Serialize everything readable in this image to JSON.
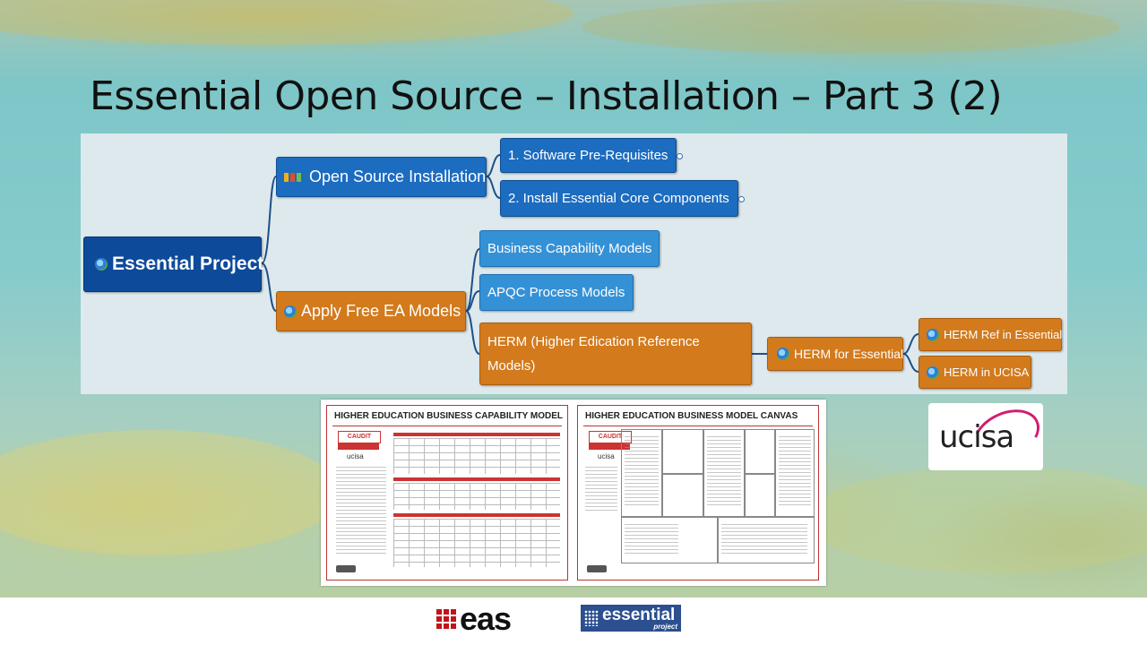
{
  "slide": {
    "title": "Essential Open Source – Installation – Part 3 (2)"
  },
  "mindmap": {
    "root": "Essential Project",
    "branch1": {
      "label": "Open Source Installation",
      "children": [
        "1. Software Pre-Requisites",
        "2. Install Essential Core Components"
      ]
    },
    "branch2": {
      "label": "Apply Free EA Models",
      "children": [
        "Business Capability Models",
        "APQC Process Models",
        "HERM (Higher Edication Reference Models)"
      ],
      "herm_child": "HERM for Essential",
      "herm_leaves": [
        "HERM Ref in Essential",
        "HERM in UCISA"
      ]
    }
  },
  "images": {
    "card1_title": "HIGHER EDUCATION BUSINESS CAPABILITY MODEL",
    "card2_title": "HIGHER EDUCATION BUSINESS MODEL CANVAS",
    "caudit": "CAUDIT",
    "ucisa_small": "ucisa"
  },
  "logos": {
    "ucisa": "ucisa",
    "eas": "eas",
    "essential_word": "essential",
    "essential_sub": "project"
  },
  "colors": {
    "root_node": "#0d4a9a",
    "branch_node": "#1c6cc0",
    "leaf_node": "#3591d6",
    "orange_node": "#d27a1c",
    "ucisa_pink": "#d21e6d",
    "eas_red": "#c0141c"
  }
}
